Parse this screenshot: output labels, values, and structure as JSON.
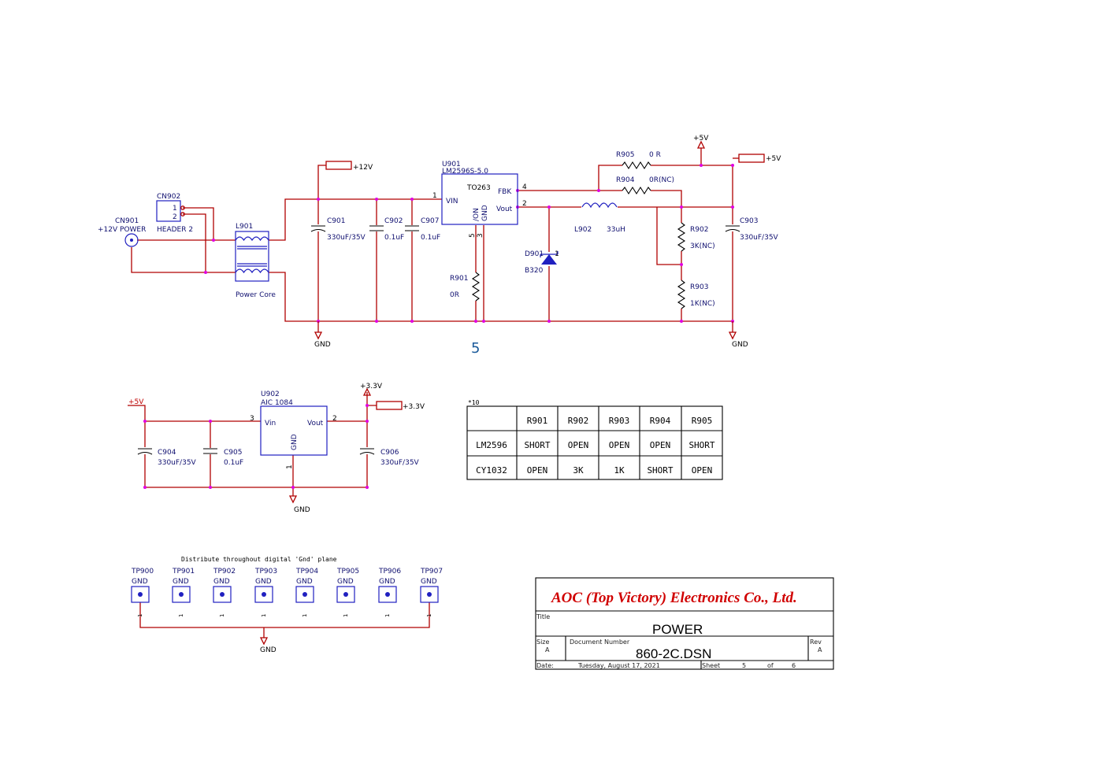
{
  "colors": {
    "wire": "#b00000",
    "part": "#2020c0",
    "junction": "#e000e0",
    "company": "#d00000"
  },
  "regulator": {
    "sheet_number": "5",
    "cn901": {
      "ref": "CN901",
      "label": "+12V POWER"
    },
    "cn902": {
      "ref": "CN902",
      "pin1": "1",
      "pin2": "2",
      "label": "HEADER 2"
    },
    "l901": {
      "ref": "L901",
      "label": "Power Core"
    },
    "p12v": "+12V",
    "c901": {
      "ref": "C901",
      "value": "330uF/35V"
    },
    "c902": {
      "ref": "C902",
      "value": "0.1uF"
    },
    "c907": {
      "ref": "C907",
      "value": "0.1uF"
    },
    "u901": {
      "ref": "U901",
      "part": "LM2596S-5.0",
      "package": "TO263",
      "vin": "VIN",
      "fbk": "FBK",
      "vout": "Vout",
      "on": "/ON",
      "gnd": "GND",
      "pin1": "1",
      "pin4": "4",
      "pin2": "2",
      "pin5": "5",
      "pin3": "3"
    },
    "r901": {
      "ref": "R901",
      "value": "0R"
    },
    "d901": {
      "ref": "D901",
      "value": "B320",
      "pin": "1"
    },
    "l902": {
      "ref": "L902",
      "value": "33uH"
    },
    "r905": {
      "ref": "R905",
      "value": "0 R"
    },
    "r904": {
      "ref": "R904",
      "value": "0R(NC)"
    },
    "r902": {
      "ref": "R902",
      "value": "3K(NC)"
    },
    "r903": {
      "ref": "R903",
      "value": "1K(NC)"
    },
    "c903": {
      "ref": "C903",
      "value": "330uF/35V"
    },
    "p5v_top": "+5V",
    "p5v_out": "+5V",
    "gnd_left": "GND",
    "gnd_right": "GND"
  },
  "ldo": {
    "p5v": "+5V",
    "u902": {
      "ref": "U902",
      "part": "AIC 1084",
      "vin": "Vin",
      "vout": "Vout",
      "gnd": "GND",
      "pin3": "3",
      "pin2": "2",
      "pin1": "1"
    },
    "p33_top": "+3.3V",
    "p33_out": "+3.3V",
    "c904": {
      "ref": "C904",
      "value": "330uF/35V"
    },
    "c905": {
      "ref": "C905",
      "value": "0.1uF"
    },
    "c906": {
      "ref": "C906",
      "value": "330uF/35V"
    },
    "gnd": "GND"
  },
  "table": {
    "note": "*10",
    "headers": [
      "",
      "R901",
      "R902",
      "R903",
      "R904",
      "R905"
    ],
    "rows": [
      [
        "LM2596",
        "SHORT",
        "OPEN",
        "OPEN",
        "OPEN",
        "SHORT"
      ],
      [
        "CY1032",
        "OPEN",
        "3K",
        "1K",
        "SHORT",
        "OPEN"
      ]
    ]
  },
  "testpoints": {
    "note": "Distribute throughout digital 'Gnd' plane",
    "items": [
      {
        "ref": "TP900",
        "net": "GND",
        "pin": "1"
      },
      {
        "ref": "TP901",
        "net": "GND",
        "pin": "1"
      },
      {
        "ref": "TP902",
        "net": "GND",
        "pin": "1"
      },
      {
        "ref": "TP903",
        "net": "GND",
        "pin": "1"
      },
      {
        "ref": "TP904",
        "net": "GND",
        "pin": "1"
      },
      {
        "ref": "TP905",
        "net": "GND",
        "pin": "1"
      },
      {
        "ref": "TP906",
        "net": "GND",
        "pin": "1"
      },
      {
        "ref": "TP907",
        "net": "GND",
        "pin": "1"
      }
    ],
    "gnd": "GND"
  },
  "titleblock": {
    "company": "AOC (Top Victory) Electronics Co., Ltd.",
    "title_label": "Title",
    "title": "POWER",
    "size_label": "Size",
    "size": "A",
    "docnum_label": "Document Number",
    "docnum": "860-2C.DSN",
    "rev_label": "Rev",
    "rev": "A",
    "date_label": "Date:",
    "date": "Tuesday, August 17, 2021",
    "sheet_label": "Sheet",
    "sheet": "5",
    "of_label": "of",
    "total": "6"
  }
}
